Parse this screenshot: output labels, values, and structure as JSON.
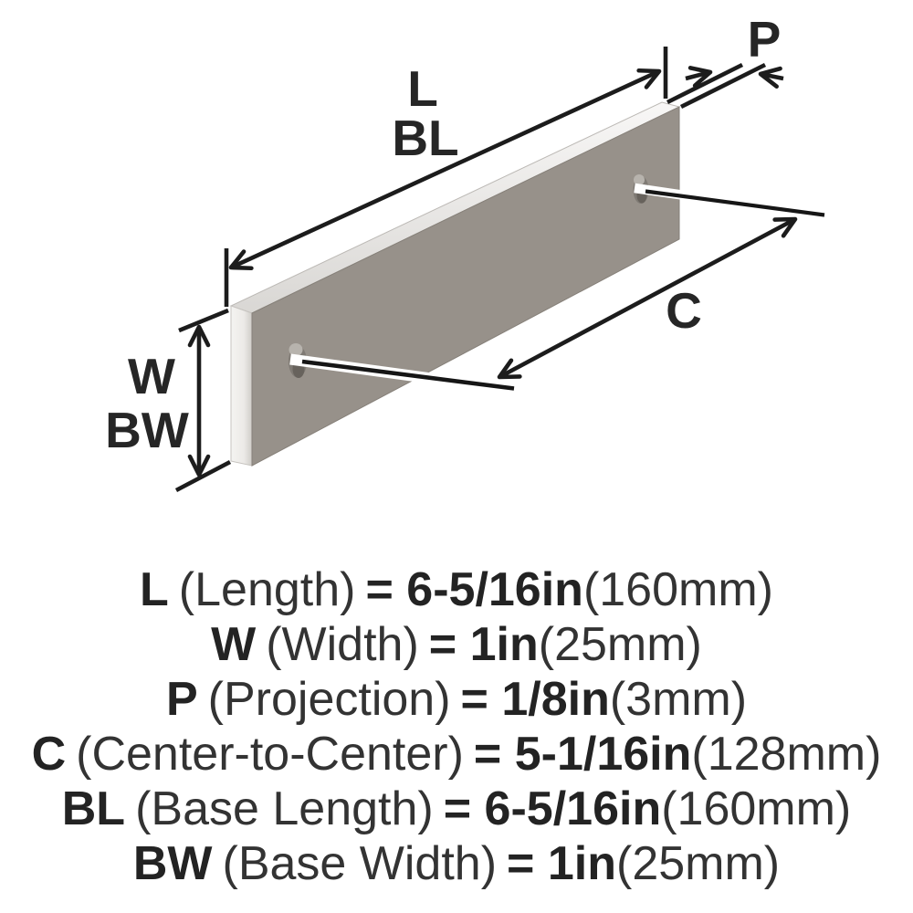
{
  "diagram": {
    "labels": {
      "length": "L",
      "base_length": "BL",
      "projection": "P",
      "center_to_center": "C",
      "width": "W",
      "base_width": "BW"
    },
    "colors": {
      "plate_front": "#97918a",
      "plate_top": "#eeedeb",
      "plate_side": "#e9e7e4",
      "ink": "#1c1c1c"
    }
  },
  "specs": [
    {
      "code": "L",
      "name": "(Length)",
      "eq_value": "= 6-5/16in",
      "metric": "(160mm)"
    },
    {
      "code": "W",
      "name": "(Width)",
      "eq_value": "= 1in",
      "metric": "(25mm)"
    },
    {
      "code": "P",
      "name": "(Projection)",
      "eq_value": "= 1/8in",
      "metric": "(3mm)"
    },
    {
      "code": "C",
      "name": "(Center-to-Center)",
      "eq_value": "= 5-1/16in",
      "metric": "(128mm)"
    },
    {
      "code": "BL",
      "name": "(Base Length)",
      "eq_value": "= 6-5/16in",
      "metric": "(160mm)"
    },
    {
      "code": "BW",
      "name": "(Base Width)",
      "eq_value": "= 1in",
      "metric": "(25mm)"
    }
  ]
}
